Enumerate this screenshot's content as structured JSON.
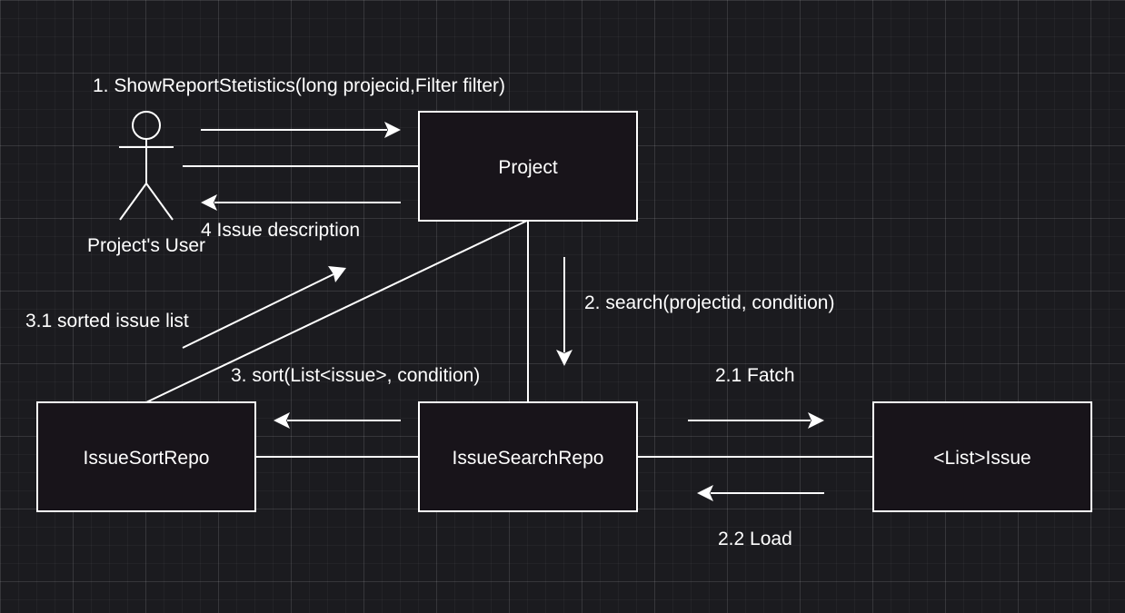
{
  "diagram": {
    "actor": {
      "label": "Project's User"
    },
    "boxes": {
      "project": "Project",
      "issue_search_repo": "IssueSearchRepo",
      "issue_sort_repo": "IssueSortRepo",
      "issue_list": "<List>Issue"
    },
    "messages": {
      "m1": "1. ShowReportStetistics(long projecid,Filter filter)",
      "m4": "4 Issue description",
      "m2": "2. search(projectid, condition)",
      "m3": "3. sort(List<issue>, condition)",
      "m31": "3.1 sorted issue list",
      "m21": "2.1 Fatch",
      "m22": "2.2 Load"
    }
  }
}
